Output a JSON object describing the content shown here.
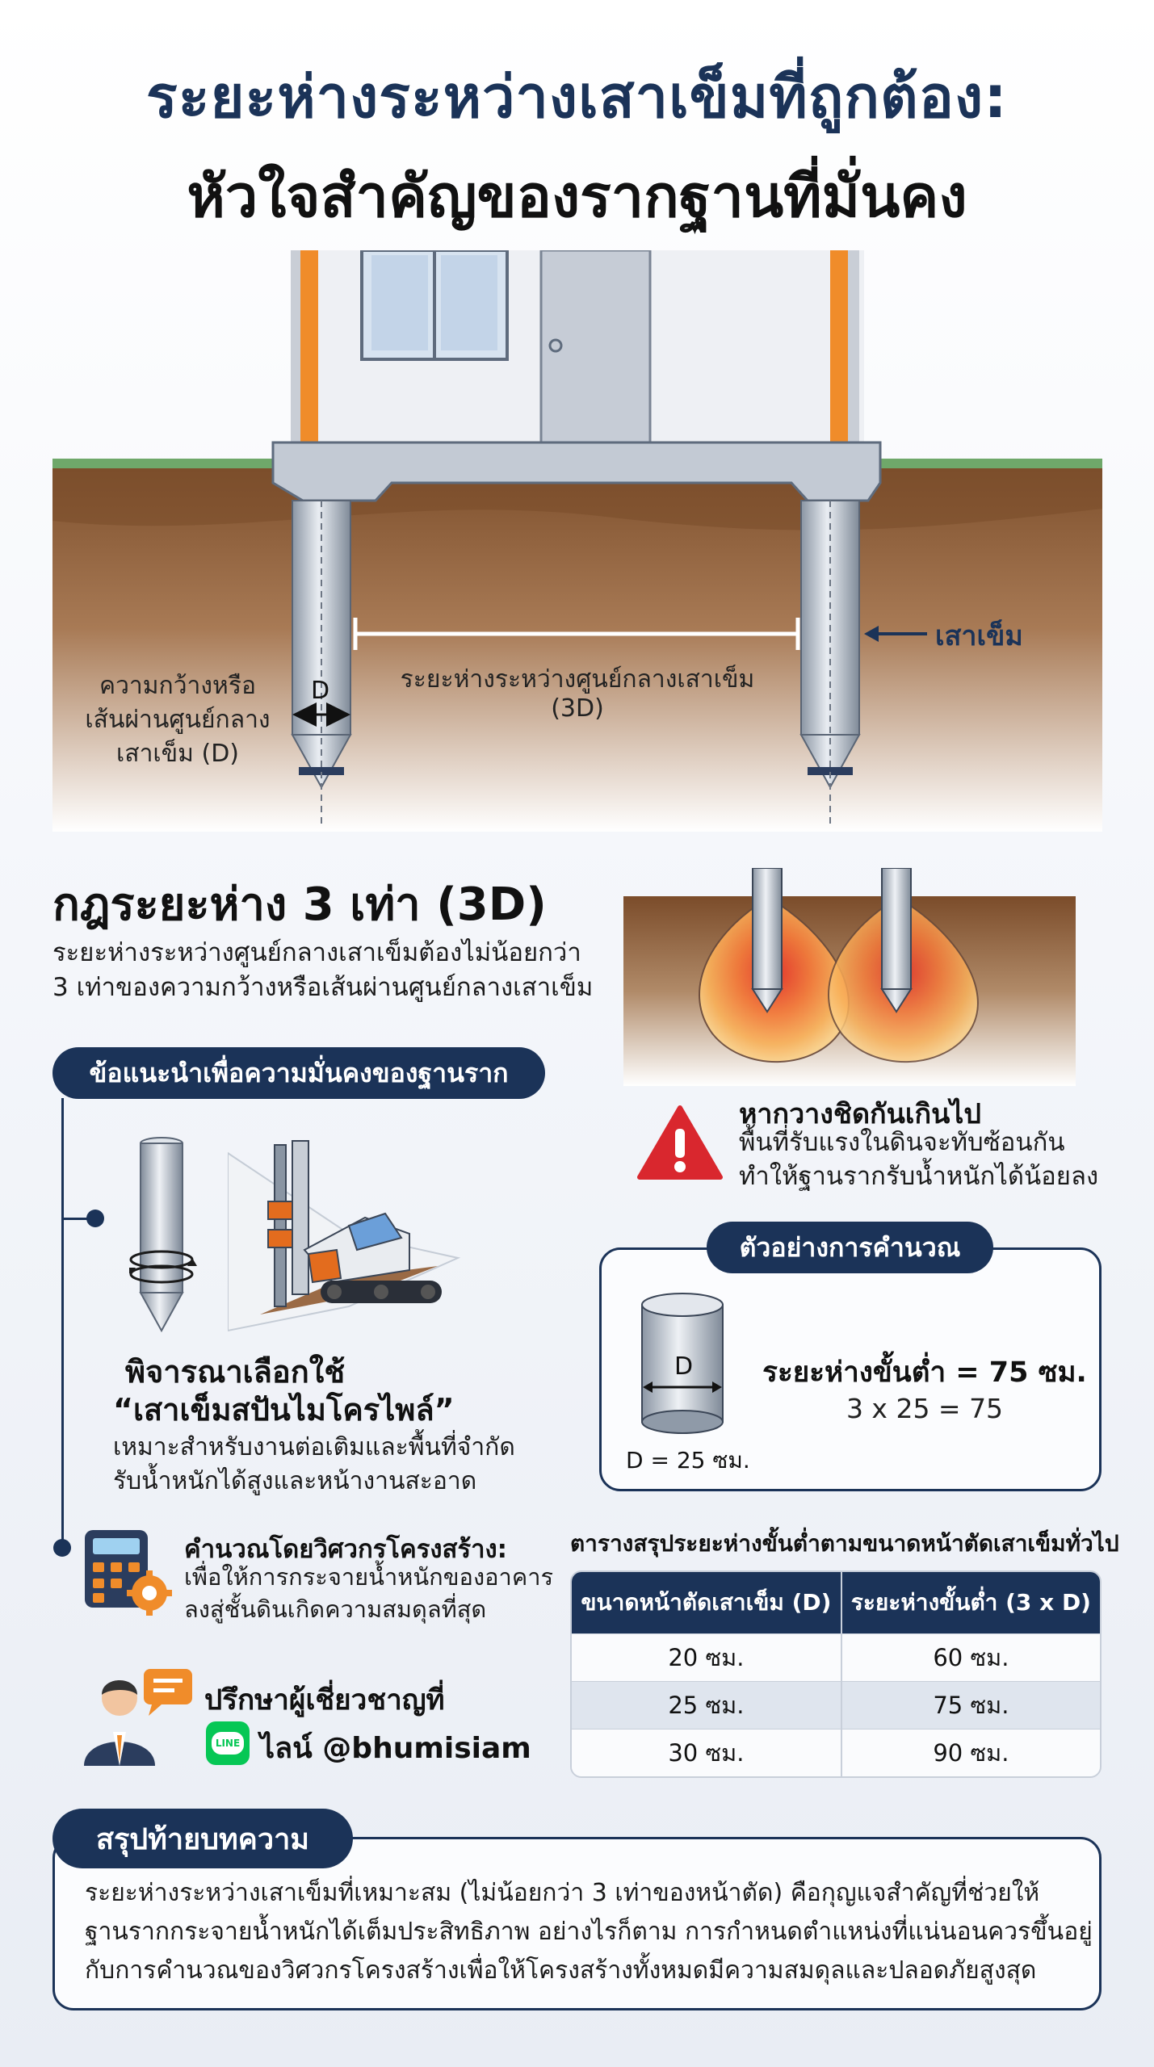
{
  "title": {
    "line1": "ระยะห่างระหว่างเสาเข็มที่ถูกต้อง:",
    "line2": "หัวใจสำคัญของรากฐานที่มั่นคง"
  },
  "diagram": {
    "pile_label": "เสาเข็ม",
    "spacing_label_line1": "ระยะห่างระหว่างศูนย์กลางเสาเข็ม",
    "spacing_label_line2": "(3D)",
    "diameter_label_line1": "ความกว้างหรือ",
    "diameter_label_line2": "เส้นผ่านศูนย์กลาง",
    "diameter_label_line3": "เสาเข็ม (D)",
    "d_marker": "D"
  },
  "rule": {
    "heading": "กฎระยะห่าง 3 เท่า (3D)",
    "body_line1": "ระยะห่างระหว่างศูนย์กลางเสาเข็มต้องไม่น้อยกว่า",
    "body_line2": "3 เท่าของความกว้างหรือเส้นผ่านศูนย์กลางเสาเข็ม"
  },
  "warning": {
    "title": "หากวางชิดกันเกินไป",
    "line1": "พื้นที่รับแรงในดินจะทับซ้อนกัน",
    "line2": "ทำให้ฐานรากรับน้ำหนักได้น้อยลง"
  },
  "advice": {
    "header": "ข้อแนะนำเพื่อความมั่นคงของฐานราก",
    "item1_title_line1": "พิจารณาเลือกใช้",
    "item1_title_line2": "“เสาเข็มสปันไมโครไพล์”",
    "item1_body_line1": "เหมาะสำหรับงานต่อเติมและพื้นที่จำกัด",
    "item1_body_line2": "รับน้ำหนักได้สูงและหน้างานสะอาด",
    "item2_title": "คำนวณโดยวิศวกรโครงสร้าง:",
    "item2_body_line1": "เพื่อให้การกระจายน้ำหนักของอาคาร",
    "item2_body_line2": "ลงสู่ชั้นดินเกิดความสมดุลที่สุด",
    "consult_line1": "ปรึกษาผู้เชี่ยวชาญที่",
    "consult_line2": "ไลน์ @bhumisiam",
    "line_badge": "LINE"
  },
  "calc": {
    "header": "ตัวอย่างการคำนวณ",
    "d_marker": "D",
    "d_value": "D = 25 ซม.",
    "result": "ระยะห่างขั้นต่ำ = 75 ซม.",
    "formula": "3 x 25 = 75"
  },
  "table": {
    "title": "ตารางสรุประยะห่างขั้นต่ำตามขนาดหน้าตัดเสาเข็มทั่วไป",
    "headers": [
      "ขนาดหน้าตัดเสาเข็ม (D)",
      "ระยะห่างขั้นต่ำ (3 x D)"
    ],
    "rows": [
      [
        "20 ซม.",
        "60 ซม."
      ],
      [
        "25 ซม.",
        "75 ซม."
      ],
      [
        "30 ซม.",
        "90 ซม."
      ]
    ]
  },
  "summary": {
    "header": "สรุปท้ายบทความ",
    "line1": "ระยะห่างระหว่างเสาเข็มที่เหมาะสม (ไม่น้อยกว่า 3 เท่าของหน้าตัด) คือกุญแจสำคัญที่ช่วยให้",
    "line2": "ฐานรากกระจายน้ำหนักได้เต็มประสิทธิภาพ อย่างไรก็ตาม การกำหนดตำแหน่งที่แน่นอนควรขึ้นอยู่",
    "line3": "กับการคำนวณของวิศวกรโครงสร้างเพื่อให้โครงสร้างทั้งหมดมีความสมดุลและปลอดภัยสูงสุด"
  },
  "colors": {
    "navy": "#1b3358",
    "orange": "#f08c2a",
    "soil": "#8a5a36",
    "grass": "#6fa86a",
    "warning_red": "#d9272e",
    "line_green": "#06c755"
  }
}
